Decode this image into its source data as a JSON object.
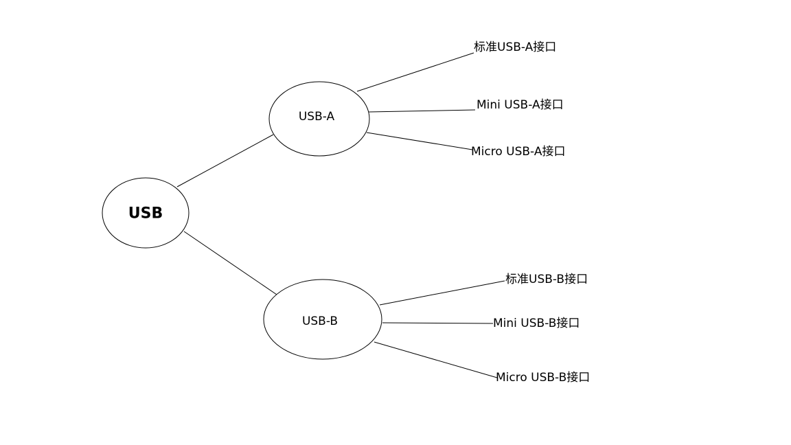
{
  "root": {
    "label": "USB"
  },
  "branches": [
    {
      "label": "USB-A",
      "leaves": [
        "标准USB-A接口",
        "Mini USB-A接口",
        "Micro USB-A接口"
      ]
    },
    {
      "label": "USB-B",
      "leaves": [
        "标准USB-B接口",
        "Mini USB-B接口",
        "Micro USB-B接口"
      ]
    }
  ]
}
